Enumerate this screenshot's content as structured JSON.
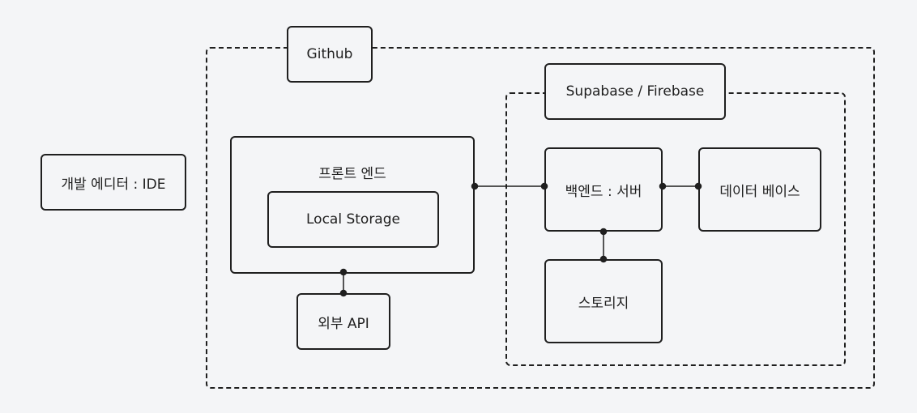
{
  "nodes": {
    "ide": "개발 에디터 : IDE",
    "github": "Github",
    "supabase_firebase": "Supabase / Firebase",
    "frontend": "프론트 엔드",
    "local_storage": "Local Storage",
    "external_api": "외부 API",
    "backend_server": "백엔드 : 서버",
    "database": "데이터 베이스",
    "storage": "스토리지"
  },
  "connections": [
    {
      "from": "frontend",
      "to": "backend_server"
    },
    {
      "from": "backend_server",
      "to": "database"
    },
    {
      "from": "backend_server",
      "to": "storage"
    },
    {
      "from": "frontend",
      "to": "external_api"
    }
  ]
}
